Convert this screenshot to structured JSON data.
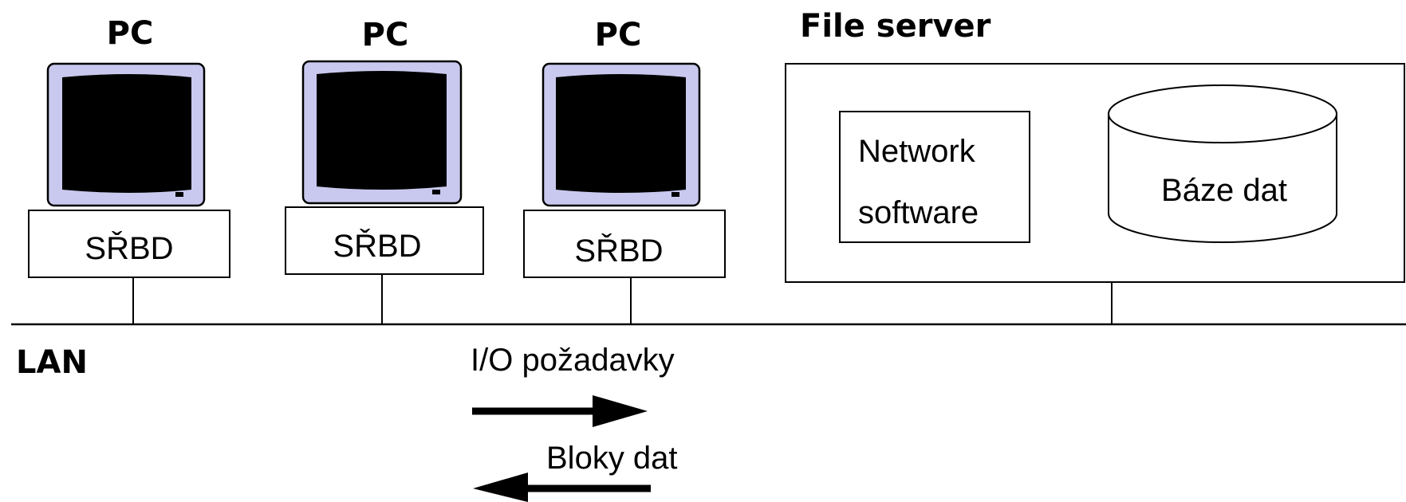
{
  "pcs": [
    {
      "title": "PC",
      "dbms_label": "SŘBD"
    },
    {
      "title": "PC",
      "dbms_label": "SŘBD"
    },
    {
      "title": "PC",
      "dbms_label": "SŘBD"
    }
  ],
  "server": {
    "title": "File server",
    "network_software": [
      "Network",
      "software"
    ],
    "database": "Báze dat"
  },
  "lan": {
    "label": "LAN",
    "request_label": "I/O požadavky",
    "response_label": "Bloky dat"
  },
  "colors": {
    "monitor_bezel": "#c9c9ef",
    "screen": "#000000",
    "line": "#000000",
    "background": "#ffffff"
  }
}
